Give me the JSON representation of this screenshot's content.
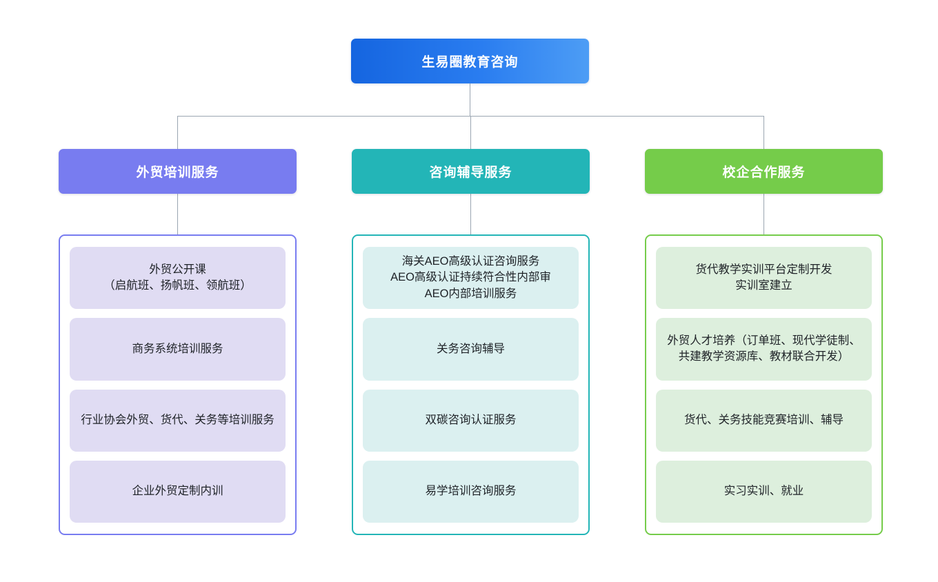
{
  "root": {
    "label": "生易圈教育咨询",
    "gradient_from": "#1565e0",
    "gradient_to": "#4d9df5"
  },
  "connector_color": "#9aa5b1",
  "columns": [
    {
      "header": "外贸培训服务",
      "header_color": "#787cf0",
      "border_color": "#787cf0",
      "card_color": "#e0dcf3",
      "items": [
        "外贸公开课\n（启航班、扬帆班、领航班）",
        "商务系统培训服务",
        "行业协会外贸、货代、关务等培训服务",
        "企业外贸定制内训"
      ]
    },
    {
      "header": "咨询辅导服务",
      "header_color": "#23b5b7",
      "border_color": "#23b5b7",
      "card_color": "#dbf0f0",
      "items": [
        "海关AEO高级认证咨询服务\nAEO高级认证持续符合性内部审\nAEO内部培训服务",
        "关务咨询辅导",
        "双碳咨询认证服务",
        "易学培训咨询服务"
      ]
    },
    {
      "header": "校企合作服务",
      "header_color": "#75cc4a",
      "border_color": "#75cc4a",
      "card_color": "#ddefdd",
      "items": [
        "货代教学实训平台定制开发\n实训室建立",
        "外贸人才培养（订单班、现代学徒制、共建教学资源库、教材联合开发）",
        "货代、关务技能竞赛培训、辅导",
        "实习实训、就业"
      ]
    }
  ]
}
